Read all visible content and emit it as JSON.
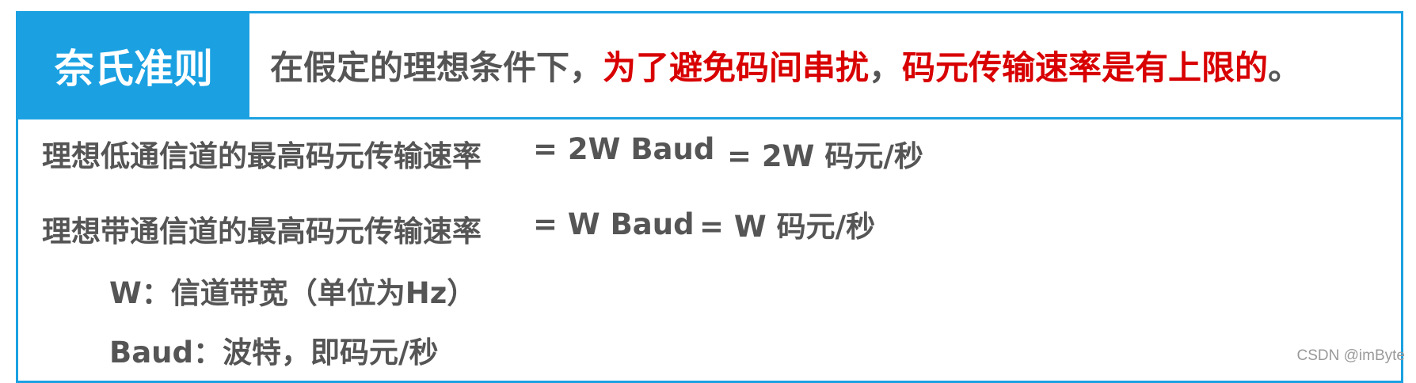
{
  "title": "奈氏准则",
  "header": {
    "prefix": "在假定的理想条件下，",
    "highlight_1": "为了避免码间串扰",
    "comma": "，",
    "highlight_2": "码元传输速率是有上限的",
    "end": "。"
  },
  "lines": [
    {
      "label": "理想低通信道的最高码元传输速率",
      "eq_baud": "= 2W Baud",
      "eq_symbols": "= 2W 码元/秒"
    },
    {
      "label": "理想带通信道的最高码元传输速率",
      "eq_baud": "= W Baud",
      "eq_symbols": "= W 码元/秒"
    }
  ],
  "notes": [
    "W：信道带宽（单位为Hz）",
    "Baud：波特，即码元/秒"
  ],
  "watermark": "CSDN @imByte",
  "colors": {
    "accent": "#1ba1e2",
    "highlight": "#d80000",
    "text": "#555555"
  }
}
